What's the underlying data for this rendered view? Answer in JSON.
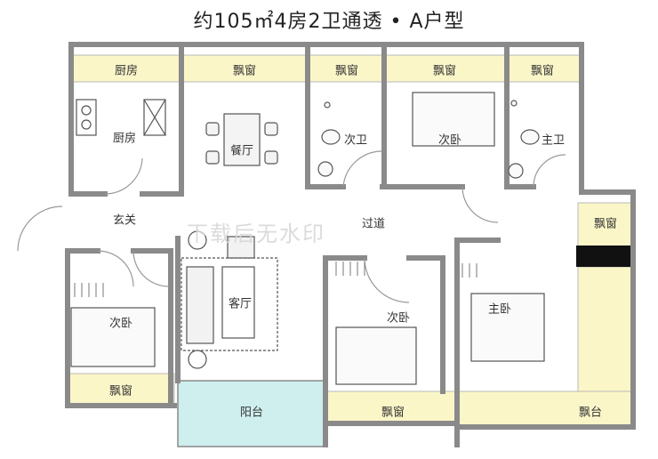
{
  "title": "约105㎡4房2卫通透 • A户型",
  "watermark": "下载后无水印",
  "labels": {
    "kitchen_window": "厨房",
    "bay_window": "飘窗",
    "kitchen": "厨房",
    "dining": "餐厅",
    "second_bath": "次卫",
    "second_bedroom": "次卧",
    "master_bath": "主卫",
    "entrance": "玄关",
    "corridor": "过道",
    "living": "客厅",
    "master_bedroom": "主卧",
    "balcony": "阳台",
    "bay_terrace": "飘台"
  },
  "colors": {
    "wall": "#9a9a9a",
    "window_band": "#fbf6c8",
    "balcony": "#cfeeee",
    "accent_block": "#111111",
    "furniture": "#555555"
  }
}
